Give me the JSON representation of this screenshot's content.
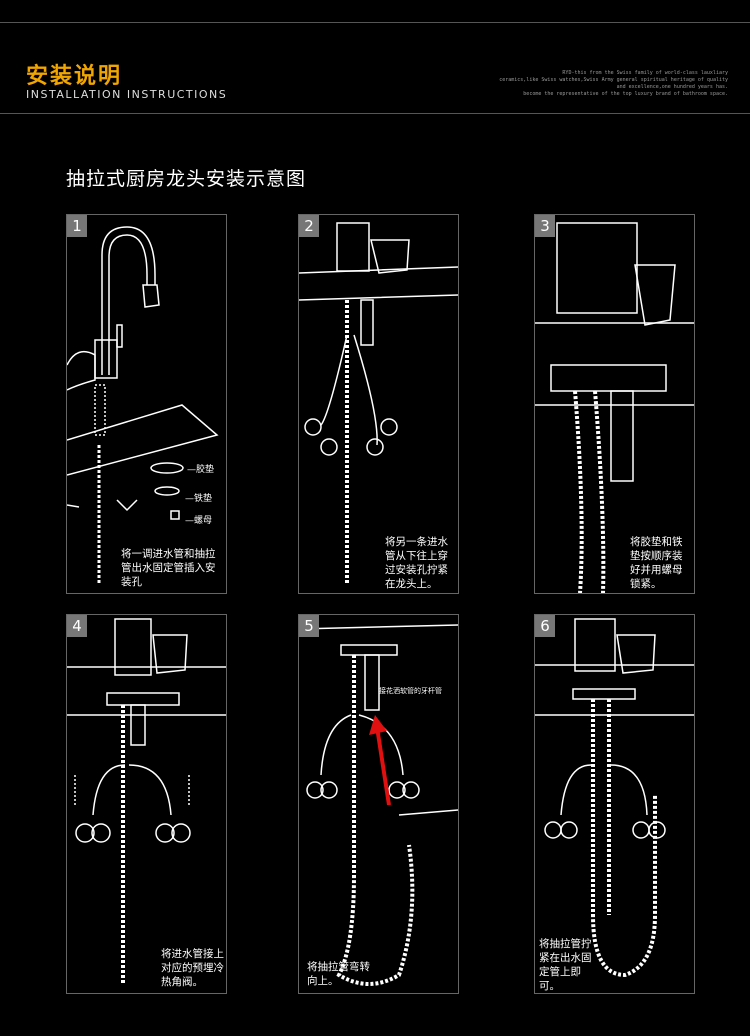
{
  "header": {
    "title_cn": "安装说明",
    "title_en": "INSTALLATION INSTRUCTIONS",
    "brand_lines": [
      "RYD-this from the Swiss family of world-class lauxliary",
      "ceramics,like Swiss watches,Swiss Army general spiritual heritage of quality",
      "and excellence,one hundred years has.",
      "become the representative of the top luxury brand of bathroom space."
    ]
  },
  "section_title": "抽拉式厨房龙头安装示意图",
  "steps": [
    {
      "num": "1",
      "text": "将一调进水管和抽拉管出水固定管插入安装孔",
      "parts": [
        "—胶垫",
        "—铁垫",
        "—螺母"
      ]
    },
    {
      "num": "2",
      "text": "将另一条进水管从下往上穿过安装孔拧紧在龙头上。"
    },
    {
      "num": "3",
      "text": "将胶垫和铁垫按顺序装好并用螺母锁紧。"
    },
    {
      "num": "4",
      "text": "将进水管接上对应的预埋冷热角阀。"
    },
    {
      "num": "5",
      "text": "将抽拉管弯转向上。",
      "callout": "接花洒软管的牙杆管"
    },
    {
      "num": "6",
      "text": "将抽拉管拧紧在出水固定管上即可。"
    }
  ],
  "colors": {
    "accent": "#f0a500",
    "arrow": "#e01010",
    "panel_border": "#666666",
    "badge": "#777777"
  }
}
